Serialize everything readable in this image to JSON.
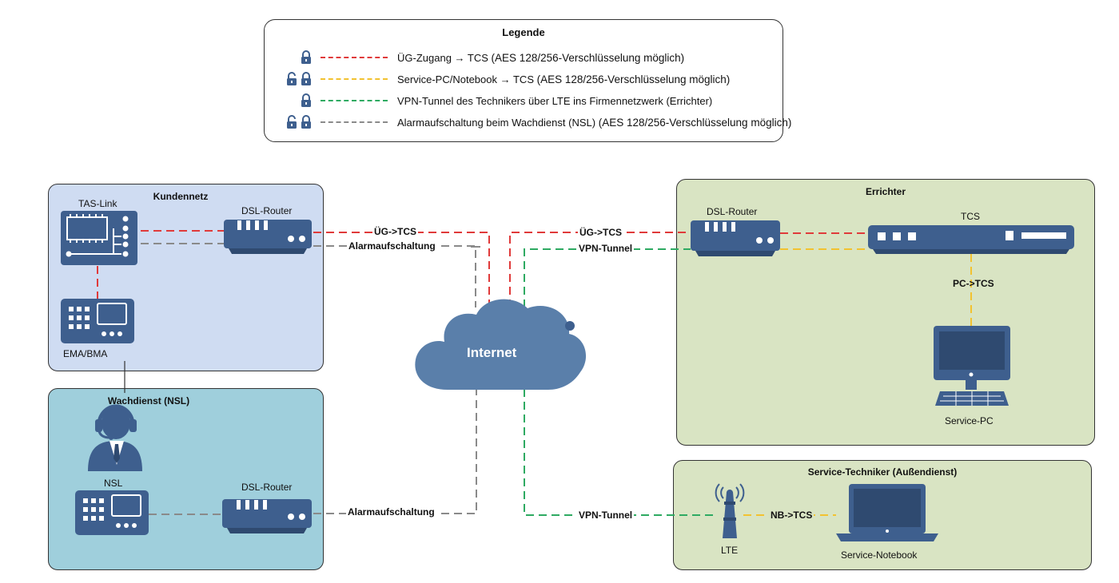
{
  "legend": {
    "title": "Legende",
    "items": [
      {
        "text_a": "ÜG-Zugang → TCS",
        "text_b": "(AES 128/256-Verschlüsselung möglich)",
        "color": "#e03a3a",
        "locks": 1
      },
      {
        "text_a": "Service-PC/Notebook → TCS",
        "text_b": "(AES 128/256-Verschlüsselung möglich)",
        "color": "#f2c230",
        "locks": 2
      },
      {
        "text_a": "VPN-Tunnel des Technikers über LTE ins Firmennetzwerk (Errichter)",
        "text_b": "",
        "color": "#2eaa62",
        "locks": 1
      },
      {
        "text_a": "Alarmaufschaltung beim Wachdienst (NSL)",
        "text_b": "(AES 128/256-Verschlüsselung möglich)",
        "color": "#8a8a8a",
        "locks": 2
      }
    ]
  },
  "zones": {
    "kundennetz": "Kundennetz",
    "wachdienst": "Wachdienst (NSL)",
    "errichter": "Errichter",
    "servicetechniker": "Service-Techniker (Außendienst)"
  },
  "devices": {
    "tas_link": "TAS-Link",
    "ema_bma": "EMA/BMA",
    "dsl_router_kunde": "DSL-Router",
    "nsl": "NSL",
    "dsl_router_nsl": "DSL-Router",
    "internet": "Internet",
    "dsl_router_errichter": "DSL-Router",
    "tcs": "TCS",
    "service_pc": "Service-PC",
    "lte": "LTE",
    "service_notebook": "Service-Notebook"
  },
  "connections": {
    "ug_tcs_left": "ÜG->TCS",
    "alarm_top": "Alarmaufschaltung",
    "ug_tcs_right": "ÜG->TCS",
    "vpn_top": "VPN-Tunnel",
    "pc_tcs": "PC->TCS",
    "alarm_bottom": "Alarmaufschaltung",
    "vpn_bottom": "VPN-Tunnel",
    "nb_tcs": "NB->TCS"
  },
  "colors": {
    "red": "#e03a3a",
    "yellow": "#f2c230",
    "green": "#2eaa62",
    "gray": "#8a8a8a",
    "device_blue": "#3e5f8e",
    "cloud_blue": "#5a7faa",
    "kundennetz_bg": "#cfdcf2",
    "wachdienst_bg": "#9fcfdc",
    "errichter_bg": "#d9e4c3",
    "service_bg": "#d9e4c3"
  }
}
